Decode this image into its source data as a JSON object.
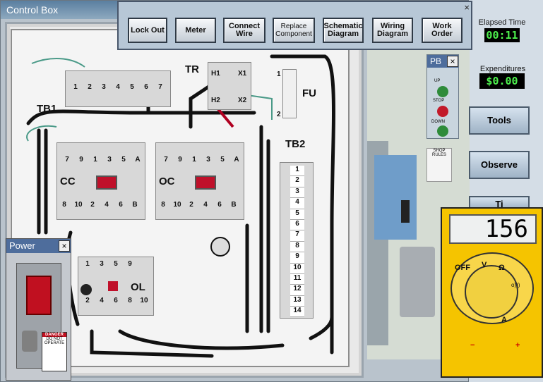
{
  "window": {
    "title": "Control Box"
  },
  "toolbar": {
    "buttons": [
      {
        "label": "Lock Out"
      },
      {
        "label": "Meter"
      },
      {
        "label": "Connect Wire"
      },
      {
        "label": "Replace Component"
      },
      {
        "label": "Schematic Diagram"
      },
      {
        "label": "Wiring Diagram"
      },
      {
        "label": "Work Order"
      }
    ],
    "close": "×"
  },
  "elapsed": {
    "label": "Elapsed Time",
    "value": "00:11"
  },
  "expenditures": {
    "label": "Expenditures",
    "value": "$0.00"
  },
  "side_buttons": {
    "tools": "Tools",
    "observe": "Observe",
    "third": "Ti"
  },
  "pb": {
    "title": "PB",
    "close": "×",
    "up": "UP",
    "stop": "STOP",
    "down": "DOWN"
  },
  "shop_sign": "SHOP RULES",
  "meter": {
    "reading": "156",
    "off": "OFF",
    "v": "V",
    "ohm": "Ω",
    "a": "A",
    "sound": "o)))",
    "minus": "−",
    "plus": "+"
  },
  "power": {
    "title": "Power",
    "close": "×",
    "tag1": "DANGER",
    "tag2": "DO NOT OPERATE"
  },
  "labels": {
    "tb1": "TB1",
    "tb2": "TB2",
    "tr": "TR",
    "fu": "FU",
    "cc": "CC",
    "oc": "OC",
    "ol": "OL",
    "h1": "H1",
    "h2": "H2",
    "x1": "X1",
    "x2": "X2",
    "fu1": "1",
    "fu2": "2"
  },
  "tb1_terms": [
    "1",
    "2",
    "3",
    "4",
    "5",
    "6",
    "7"
  ],
  "tb2_terms": [
    "1",
    "2",
    "3",
    "4",
    "5",
    "6",
    "7",
    "8",
    "9",
    "10",
    "11",
    "12",
    "13",
    "14"
  ],
  "cc_top": [
    "7",
    "9",
    "1",
    "3",
    "5",
    "A"
  ],
  "cc_bot": [
    "8",
    "10",
    "2",
    "4",
    "6",
    "B"
  ],
  "ol_top": [
    "1",
    "3",
    "5",
    "9"
  ],
  "ol_bot": [
    "2",
    "4",
    "6",
    "8",
    "10"
  ]
}
